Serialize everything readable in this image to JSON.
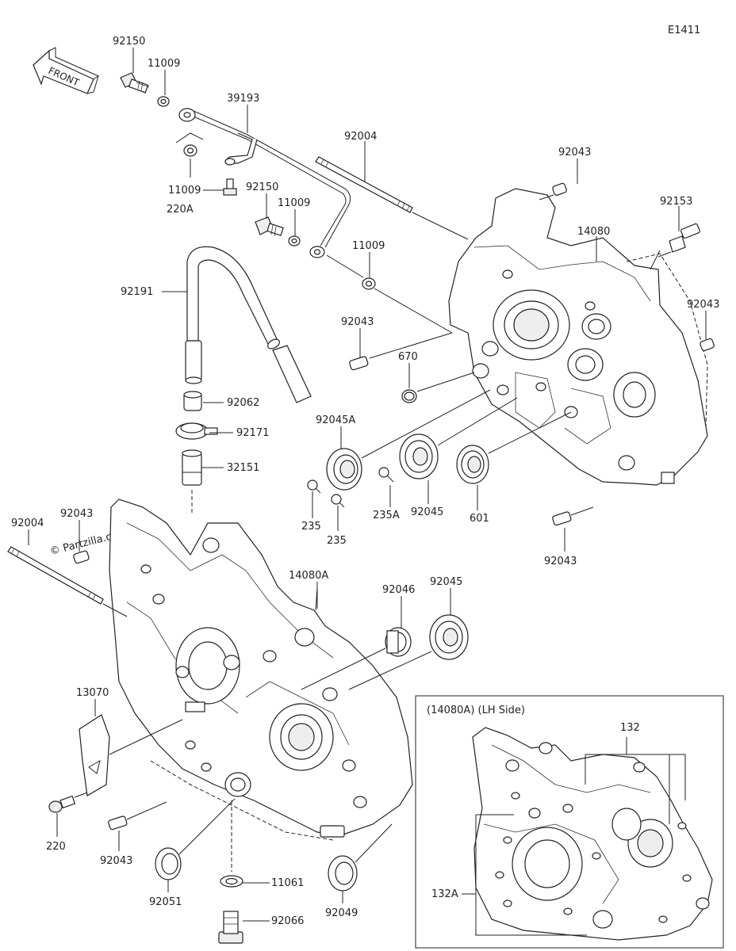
{
  "diagram_code": "E1411",
  "front_label": "FRONT",
  "watermark": "© Partzilla.com",
  "inset": {
    "title": "(14080A)  (LH Side)",
    "label_top": "132",
    "label_left": "132A"
  },
  "parts": [
    {
      "id": "92150a",
      "label": "92150"
    },
    {
      "id": "11009a",
      "label": "11009"
    },
    {
      "id": "39193",
      "label": "39193"
    },
    {
      "id": "11009b",
      "label": "11009"
    },
    {
      "id": "220a",
      "label": "220A"
    },
    {
      "id": "92150b",
      "label": "92150"
    },
    {
      "id": "11009c",
      "label": "11009"
    },
    {
      "id": "11009d",
      "label": "11009"
    },
    {
      "id": "92004a",
      "label": "92004"
    },
    {
      "id": "92043a",
      "label": "92043"
    },
    {
      "id": "92153",
      "label": "92153"
    },
    {
      "id": "14080",
      "label": "14080"
    },
    {
      "id": "92043b",
      "label": "92043"
    },
    {
      "id": "92191",
      "label": "92191"
    },
    {
      "id": "92043c",
      "label": "92043"
    },
    {
      "id": "670",
      "label": "670"
    },
    {
      "id": "92062",
      "label": "92062"
    },
    {
      "id": "92171",
      "label": "92171"
    },
    {
      "id": "92045a",
      "label": "92045A"
    },
    {
      "id": "32151",
      "label": "32151"
    },
    {
      "id": "235a",
      "label": "235A"
    },
    {
      "id": "92045b",
      "label": "92045"
    },
    {
      "id": "601",
      "label": "601"
    },
    {
      "id": "235b",
      "label": "235"
    },
    {
      "id": "235c",
      "label": "235"
    },
    {
      "id": "92043d",
      "label": "92043"
    },
    {
      "id": "92004b",
      "label": "92004"
    },
    {
      "id": "92043e",
      "label": "92043"
    },
    {
      "id": "14080a",
      "label": "14080A"
    },
    {
      "id": "92046",
      "label": "92046"
    },
    {
      "id": "92045c",
      "label": "92045"
    },
    {
      "id": "13070",
      "label": "13070"
    },
    {
      "id": "220",
      "label": "220"
    },
    {
      "id": "92043f",
      "label": "92043"
    },
    {
      "id": "92051",
      "label": "92051"
    },
    {
      "id": "11061",
      "label": "11061"
    },
    {
      "id": "92049",
      "label": "92049"
    },
    {
      "id": "92066",
      "label": "92066"
    }
  ]
}
